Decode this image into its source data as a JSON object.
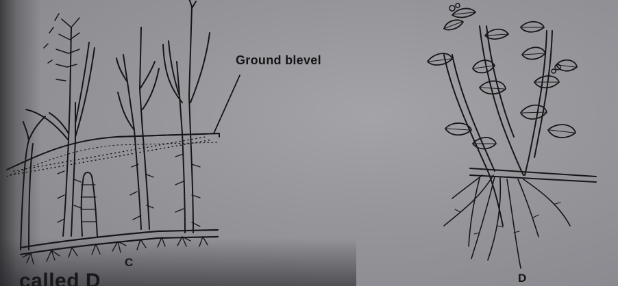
{
  "figure_c": {
    "label": "C",
    "annotation": "Ground blevel"
  },
  "figure_d": {
    "label": "D"
  },
  "bottom_text": "called D",
  "colors": {
    "ink": "#151517",
    "paper": "#a4a3a8"
  }
}
